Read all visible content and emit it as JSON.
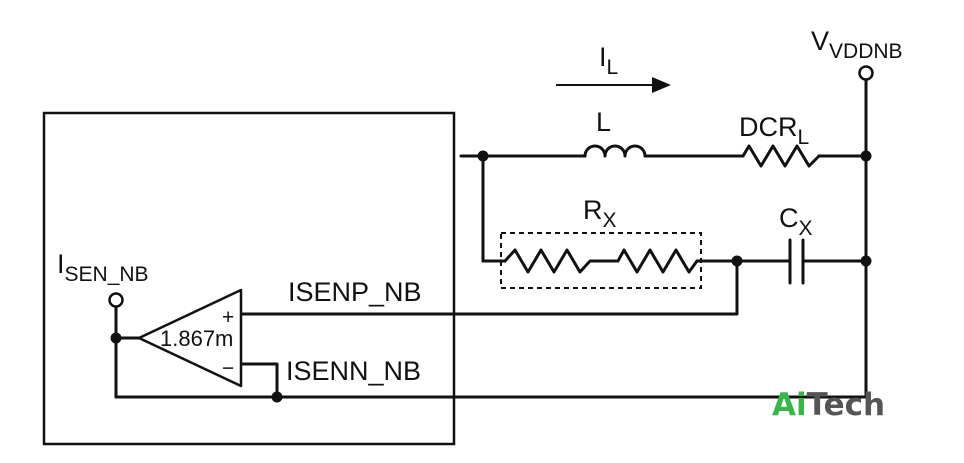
{
  "labels": {
    "current": "I",
    "current_sub": "L",
    "inductor": "L",
    "dcr": "DCR",
    "dcr_sub": "L",
    "supply": "V",
    "supply_sub": "VDDNB",
    "resistor": "R",
    "resistor_sub": "X",
    "capacitor": "C",
    "capacitor_sub": "X",
    "output": "I",
    "output_sub": "SEN_NB",
    "isenp": "ISENP_NB",
    "isenn": "ISENN_NB",
    "gain": "1.867m",
    "plus": "+",
    "minus": "−"
  },
  "watermark": {
    "part1": "Ai",
    "part2": "Tech",
    "color1": "#39b54a",
    "color2": "#555555"
  },
  "colors": {
    "line": "#111111",
    "background": "#ffffff"
  }
}
